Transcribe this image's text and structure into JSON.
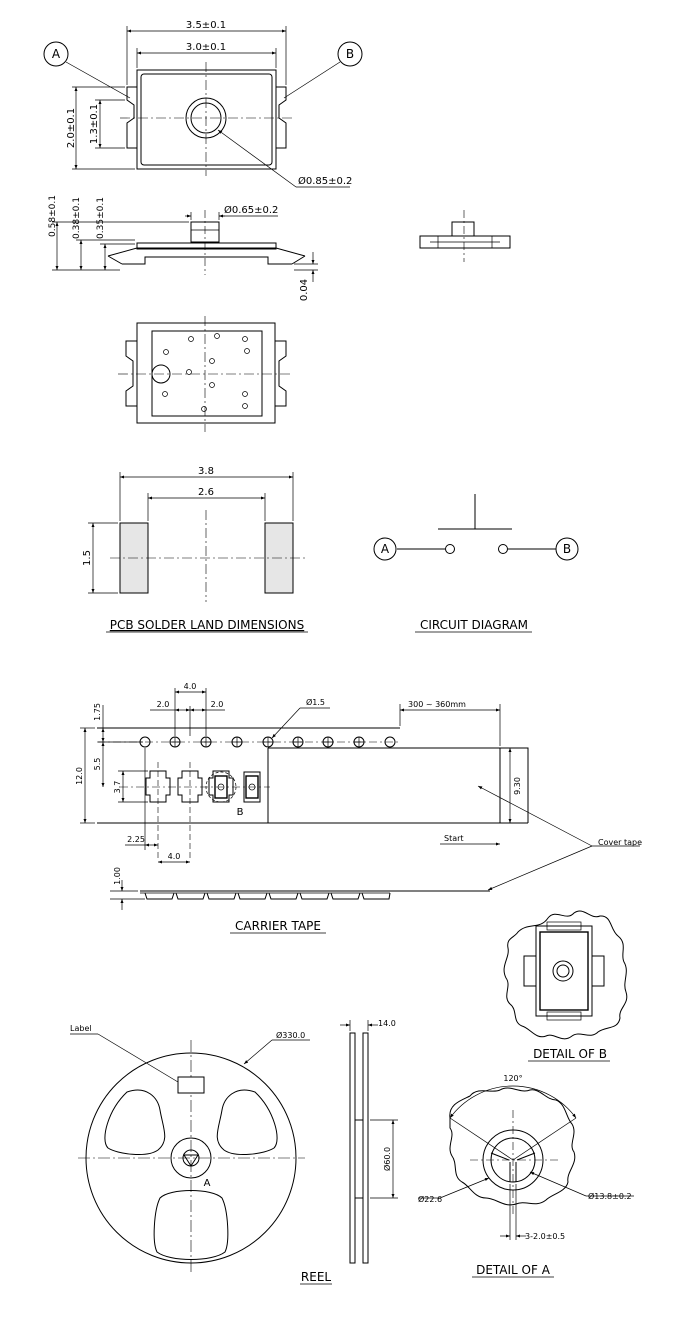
{
  "headings": {
    "pcb_land": "PCB SOLDER LAND DIMENSIONS",
    "circuit": "CIRCUIT DIAGRAM",
    "carrier_tape": "CARRIER TAPE",
    "detail_b": "DETAIL OF B",
    "reel": "REEL",
    "detail_a": "DETAIL OF A"
  },
  "top_view": {
    "marker_a": "A",
    "marker_b": "B",
    "dim_width_outer": "3.5±0.1",
    "dim_width_inner": "3.0±0.1",
    "dim_height_outer": "2.0±0.1",
    "dim_height_inner": "1.3±0.1",
    "dim_hole": "Ø0.85±0.2"
  },
  "side_view": {
    "dim_total": "0.58±0.1",
    "dim_body": "0.38±0.1",
    "dim_base": "0.35±0.1",
    "dim_actuator": "Ø0.65±0.2",
    "dim_terminal": "0.04"
  },
  "land": {
    "dim_outer": "3.8",
    "dim_inner": "2.6",
    "dim_height": "1.5"
  },
  "circuit": {
    "terminal_a": "A",
    "terminal_b": "B"
  },
  "carrier": {
    "dim_pitch": "4.0",
    "dim_half_left": "2.0",
    "dim_half_right": "2.0",
    "dim_sprocket": "Ø1.5",
    "dim_leader": "300 ~ 360mm",
    "dim_edge": "1.75",
    "dim_width": "12.0",
    "dim_center": "5.5",
    "dim_pocket": "3.7",
    "dim_cover": "9.30",
    "dim_offset": "2.25",
    "dim_pocket_pitch": "4.0",
    "dim_thickness": "1.00",
    "marker_b": "B",
    "start_label": "Start",
    "cover_tape_label": "Cover tape"
  },
  "reel": {
    "label_text": "Label",
    "dim_diameter": "Ø330.0",
    "dim_width": "14.0",
    "dim_hub": "Ø60.0",
    "marker_a": "A"
  },
  "detail_a": {
    "dim_angle": "120°",
    "dim_outer": "Ø22.6",
    "dim_bore": "Ø13.8±0.2",
    "dim_key": "3-2.0±0.5"
  }
}
